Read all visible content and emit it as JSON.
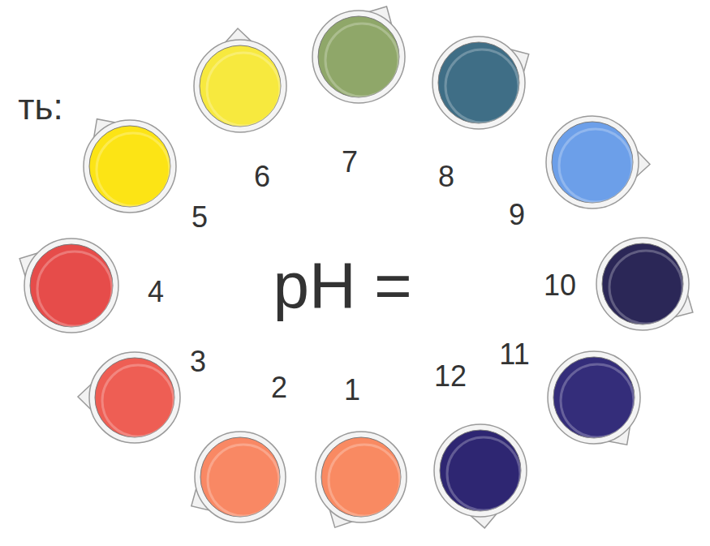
{
  "diagram": {
    "labels": [
      "ть:",
      "pH =",
      "1",
      "2",
      "3",
      "4",
      "5",
      "6",
      "7",
      "8",
      "9",
      "10",
      "11",
      "12"
    ]
  }
}
